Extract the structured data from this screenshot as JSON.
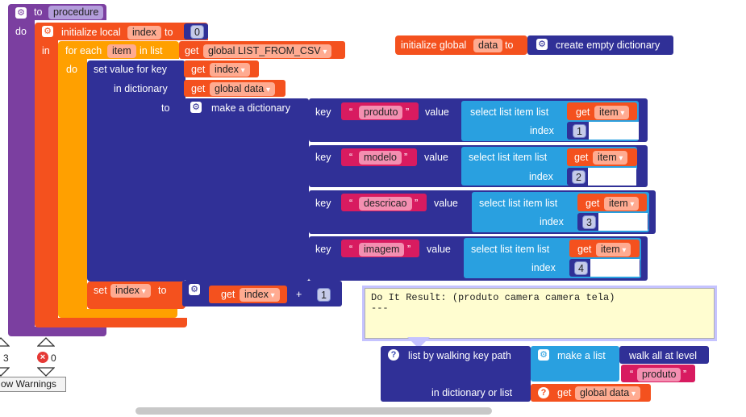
{
  "procedure": {
    "to_label": "to",
    "name": "procedure",
    "do_label": "do"
  },
  "init_local": {
    "label": "initialize local",
    "var": "index",
    "to_label": "to",
    "value": "0",
    "in_label": "in"
  },
  "foreach": {
    "label": "for each",
    "var": "item",
    "in_list_label": "in list",
    "get_label": "get",
    "list_var": "global LIST_FROM_CSV",
    "do_label": "do"
  },
  "set_value": {
    "label": "set value for key",
    "key_get": "get",
    "key_var": "index",
    "in_dict_label": "in dictionary",
    "dict_get": "get",
    "dict_var": "global data",
    "to_label": "to"
  },
  "make_dict": {
    "label": "make a dictionary"
  },
  "pairs": [
    {
      "key_label": "key",
      "key": "produto",
      "value_label": "value",
      "select_label": "select list item  list",
      "get_label": "get",
      "get_var": "item",
      "index_label": "index",
      "index": "1"
    },
    {
      "key_label": "key",
      "key": "modelo",
      "value_label": "value",
      "select_label": "select list item  list",
      "get_label": "get",
      "get_var": "item",
      "index_label": "index",
      "index": "2"
    },
    {
      "key_label": "key",
      "key": "descricao",
      "value_label": "value",
      "select_label": "select list item  list",
      "get_label": "get",
      "get_var": "item",
      "index_label": "index",
      "index": "3"
    },
    {
      "key_label": "key",
      "key": "imagem",
      "value_label": "value",
      "select_label": "select list item  list",
      "get_label": "get",
      "get_var": "item",
      "index_label": "index",
      "index": "4"
    }
  ],
  "set_index": {
    "label": "set",
    "var": "index",
    "to_label": "to",
    "get_label": "get",
    "get_var": "index",
    "op": "+",
    "num": "1"
  },
  "global_init": {
    "label": "initialize global",
    "var": "data",
    "to_label": "to",
    "create_label": "create empty dictionary"
  },
  "walk": {
    "label": "list by walking key path",
    "make_list": "make a list",
    "walk_all": "walk all at level",
    "text": "produto",
    "in_dict_label": "in dictionary or list",
    "get_label": "get",
    "get_var": "global data"
  },
  "bubble": {
    "line1": "Do It Result: (produto camera camera tela)",
    "line2": "---"
  },
  "warnings": {
    "count": "3",
    "errors": "0",
    "button": "ow Warnings"
  },
  "colors": {
    "procedure": "#7b3fa0",
    "variable": "#f4511e",
    "control": "#ffa000",
    "dictionary": "#303097",
    "list": "#29a0e0",
    "text": "#d81b60"
  }
}
